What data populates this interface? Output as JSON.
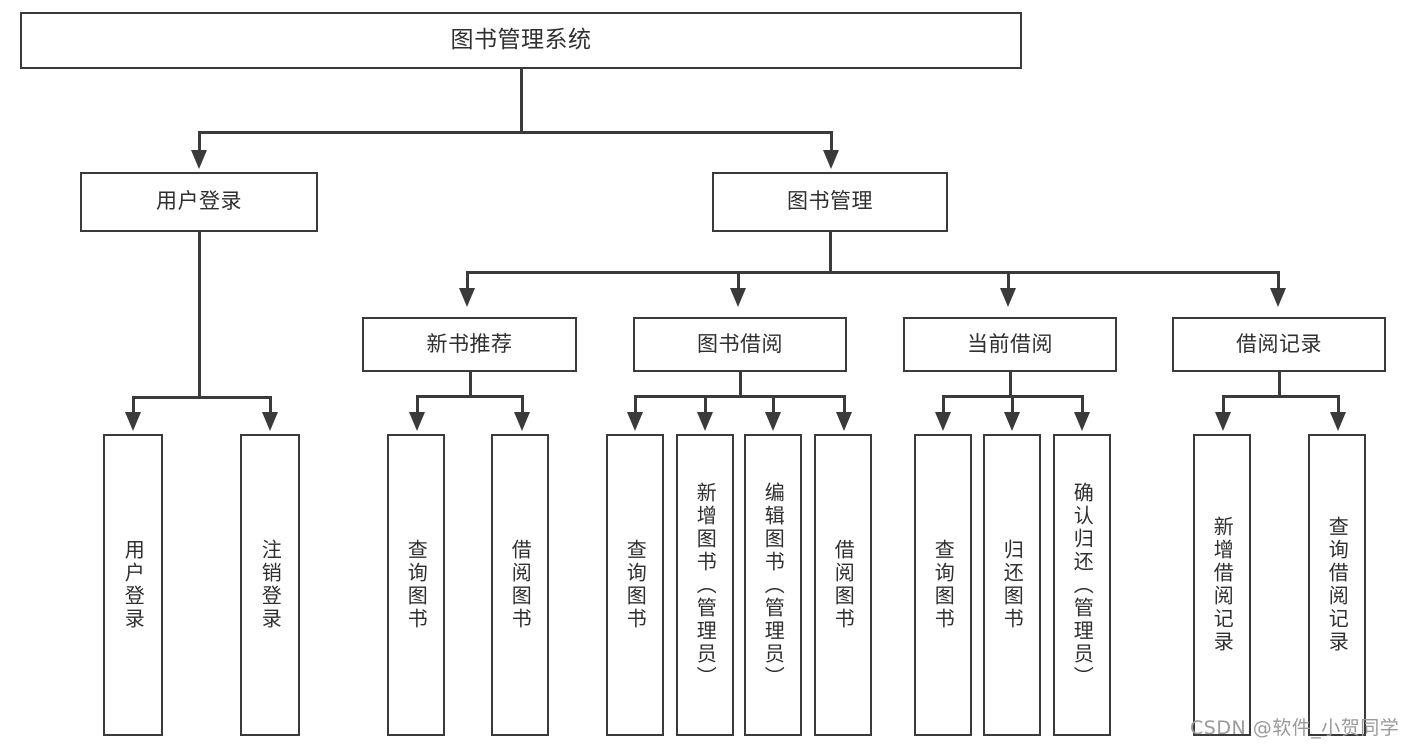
{
  "diagram": {
    "title": "图书管理系统",
    "type": "tree",
    "root": {
      "label": "图书管理系统",
      "children": [
        {
          "label": "用户登录",
          "children": [
            {
              "label": "用户登录"
            },
            {
              "label": "注销登录"
            }
          ]
        },
        {
          "label": "图书管理",
          "children": [
            {
              "label": "新书推荐",
              "children": [
                {
                  "label": "查询图书"
                },
                {
                  "label": "借阅图书"
                }
              ]
            },
            {
              "label": "图书借阅",
              "children": [
                {
                  "label": "查询图书"
                },
                {
                  "label": "新增图书（管理员）"
                },
                {
                  "label": "编辑图书（管理员）"
                },
                {
                  "label": "借阅图书"
                }
              ]
            },
            {
              "label": "当前借阅",
              "children": [
                {
                  "label": "查询图书"
                },
                {
                  "label": "归还图书"
                },
                {
                  "label": "确认归还（管理员）"
                }
              ]
            },
            {
              "label": "借阅记录",
              "children": [
                {
                  "label": "新增借阅记录"
                },
                {
                  "label": "查询借阅记录"
                }
              ]
            }
          ]
        }
      ]
    }
  },
  "watermark": {
    "text": "CSDN @软件_小贺同学"
  },
  "colors": {
    "stroke": "#3a3a3a",
    "text": "#2f2f2f",
    "background": "#ffffff",
    "watermark": "#9a9a9a"
  }
}
